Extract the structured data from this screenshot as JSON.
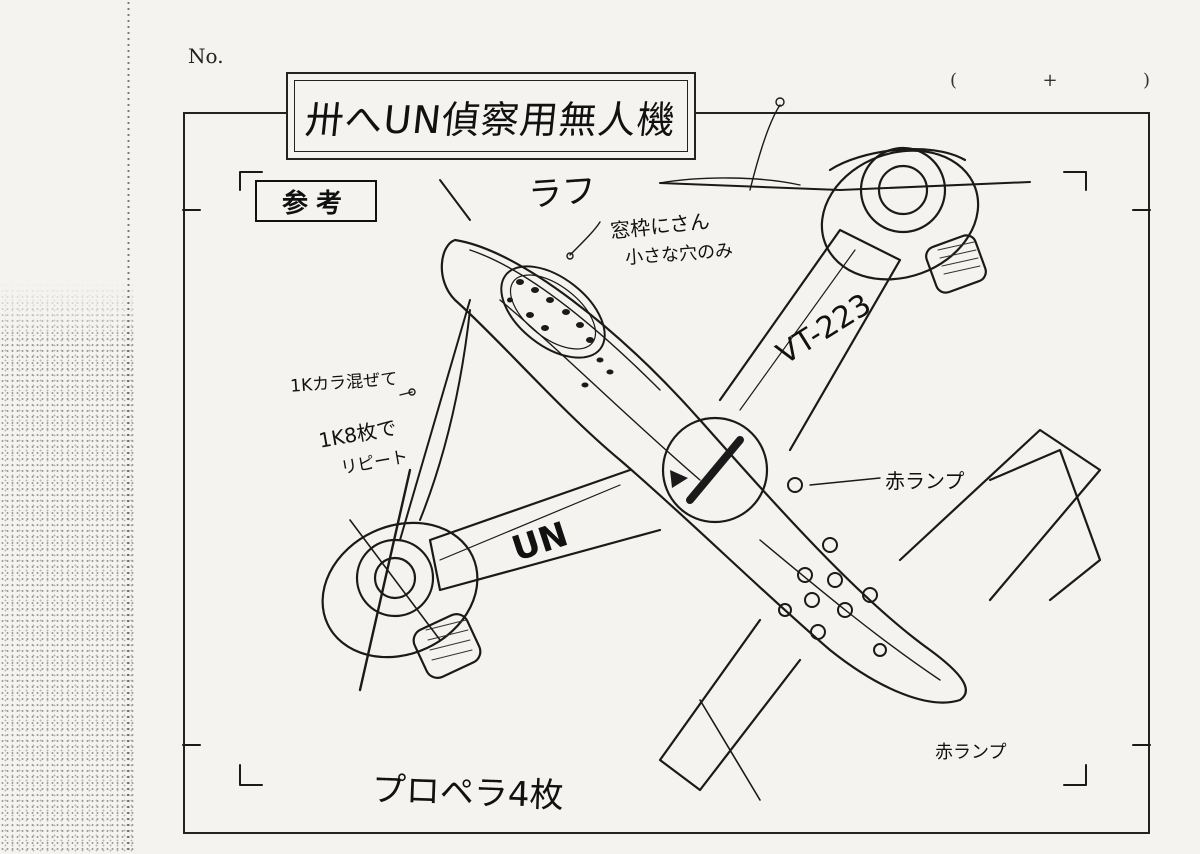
{
  "sheet": {
    "no_label": "No.",
    "page_counter": {
      "open": "(",
      "plus": "+",
      "close": ")"
    },
    "title": "卅へUN偵察用無人機",
    "reference_label": "参考"
  },
  "annotations": {
    "hatch_label": "ラフ",
    "window_note_line1": "窓枠にさん",
    "window_note_line2": "小さな穴のみ",
    "color_mix_note": "1Kカラ混ぜて",
    "repeat_note_line1": "1K8枚で",
    "repeat_note_line2": "リピート",
    "red_lamp_upper": "赤ランプ",
    "red_lamp_lower": "赤ランプ",
    "propeller_note": "プロペラ4枚",
    "un_marking": "UN",
    "tail_number": "VT-223"
  }
}
